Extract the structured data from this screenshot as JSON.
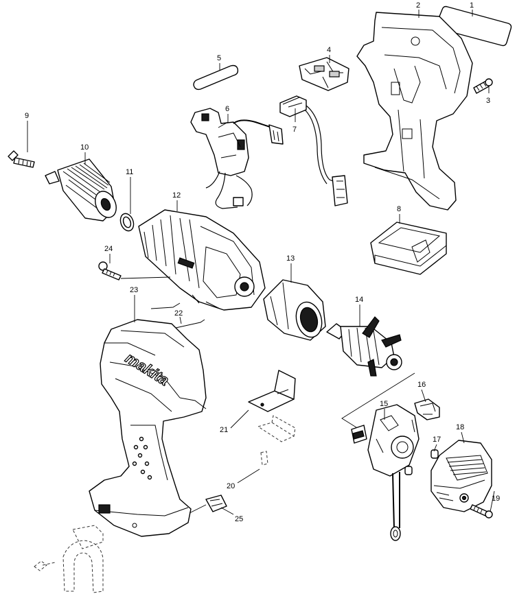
{
  "diagram": {
    "colors": {
      "ink": "#000000",
      "paper": "#ffffff",
      "shade": "#cfcfcf",
      "dark": "#1a1a1a"
    },
    "brand_mark": "makita",
    "callouts": [
      {
        "ref": "1"
      },
      {
        "ref": "2"
      },
      {
        "ref": "3"
      },
      {
        "ref": "4"
      },
      {
        "ref": "5"
      },
      {
        "ref": "6"
      },
      {
        "ref": "7"
      },
      {
        "ref": "8"
      },
      {
        "ref": "9"
      },
      {
        "ref": "10"
      },
      {
        "ref": "11"
      },
      {
        "ref": "12"
      },
      {
        "ref": "13"
      },
      {
        "ref": "14"
      },
      {
        "ref": "15"
      },
      {
        "ref": "16"
      },
      {
        "ref": "17"
      },
      {
        "ref": "18"
      },
      {
        "ref": "19"
      },
      {
        "ref": "20"
      },
      {
        "ref": "21"
      },
      {
        "ref": "22"
      },
      {
        "ref": "23"
      },
      {
        "ref": "24"
      },
      {
        "ref": "25"
      }
    ]
  }
}
